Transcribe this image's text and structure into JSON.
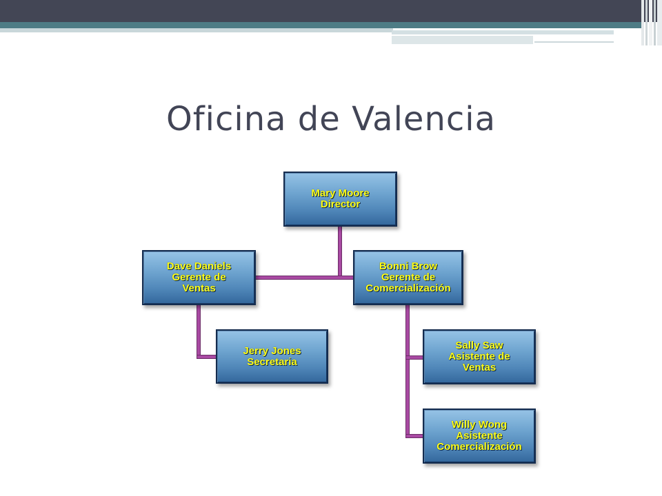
{
  "slide": {
    "title": "Oficina de Valencia"
  },
  "org_chart": {
    "director": {
      "name": "Mary Moore",
      "role": "Director"
    },
    "manager_sales": {
      "name": "Dave Daniels",
      "role": "Gerente de Ventas"
    },
    "manager_marketing": {
      "name": "Bonni Brow",
      "role": "Gerente de Comercialización"
    },
    "secretary": {
      "name": "Jerry Jones",
      "role": "Secretaria"
    },
    "assistant_sales": {
      "name": "Sally Saw",
      "role": "Asistente de Ventas"
    },
    "assistant_marketing": {
      "name": "Willy Wong",
      "role": "Asistente Comercialización"
    }
  },
  "colors": {
    "header_dark": "#434655",
    "header_teal": "#4e7c85",
    "title_text": "#424556",
    "node_top": "#96c3e6",
    "node_bottom": "#33679c",
    "node_text": "#ffff1a",
    "connector": "#a94aa3"
  }
}
